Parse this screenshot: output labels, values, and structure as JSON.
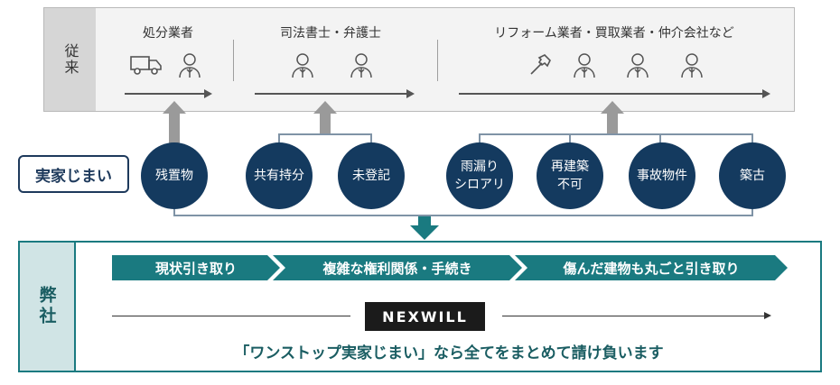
{
  "conventional": {
    "side_label": "従来",
    "groups": [
      {
        "title": "処分業者",
        "icons": [
          "truck-icon",
          "person-icon"
        ]
      },
      {
        "title": "司法書士・弁護士",
        "icons": [
          "person-icon",
          "person-icon"
        ]
      },
      {
        "title": "リフォーム業者・買取業者・仲介会社など",
        "icons": [
          "hammer-icon",
          "person-icon",
          "person-icon",
          "person-icon"
        ]
      }
    ]
  },
  "jikka": {
    "label": "実家じまい",
    "items": [
      {
        "lines": [
          "残置物"
        ]
      },
      {
        "lines": [
          "共有持分"
        ]
      },
      {
        "lines": [
          "未登記"
        ]
      },
      {
        "lines": [
          "雨漏り",
          "シロアリ"
        ]
      },
      {
        "lines": [
          "再建築",
          "不可"
        ]
      },
      {
        "lines": [
          "事故物件"
        ]
      },
      {
        "lines": [
          "築古"
        ]
      }
    ]
  },
  "company": {
    "side_label": "弊社",
    "steps": [
      "現状引き取り",
      "複雑な権利関係・手続き",
      "傷んだ建物も丸ごと引き取り"
    ],
    "logo": "NEXWILL",
    "tagline": "「ワンストップ実家じまい」なら全てをまとめて請け負います"
  },
  "colors": {
    "navy": "#143a5f",
    "teal": "#1a7a80",
    "grey_arrow": "#9a9a9a"
  }
}
